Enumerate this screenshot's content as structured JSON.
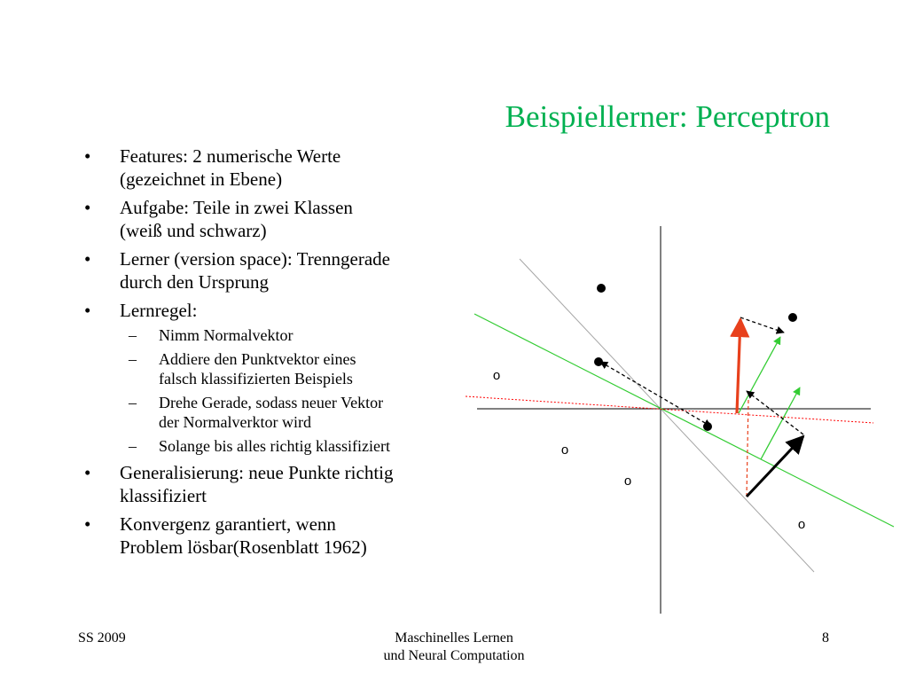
{
  "slide": {
    "title": "Beispiellerner: Perceptron",
    "bullets": [
      {
        "lines": [
          "Features: 2 numerische Werte",
          "(gezeichnet in Ebene)"
        ]
      },
      {
        "lines": [
          "Aufgabe: Teile in zwei Klassen",
          "(weiß und schwarz)"
        ]
      },
      {
        "lines": [
          "Lerner (version space): Trenngerade",
          "durch den Ursprung"
        ]
      },
      {
        "lines": [
          "Lernregel:"
        ]
      },
      {
        "lines": [
          "Generalisierung: neue Punkte richtig",
          "klassifiziert"
        ]
      },
      {
        "lines": [
          "Konvergenz garantiert, wenn",
          "Problem lösbar(Rosenblatt 1962)"
        ]
      }
    ],
    "subbullets": [
      {
        "lines": [
          "Nimm Normalvektor"
        ]
      },
      {
        "lines": [
          "Addiere den Punktvektor eines",
          "falsch klassifizierten Beispiels"
        ]
      },
      {
        "lines": [
          "Drehe Gerade, sodass neuer Vektor",
          "der Normalverktor wird"
        ]
      },
      {
        "lines": [
          "Solange bis alles richtig klassifiziert"
        ]
      }
    ],
    "bullet_symbol": "•",
    "subbullet_symbol": "–"
  },
  "diagram": {
    "white_point_symbol": "o",
    "colors": {
      "axes": "#000000",
      "old_line": "#a6a6a6",
      "new_line": "#33cc33",
      "red": "#e8401c",
      "dotted_red": "#ff0000",
      "green_arrow": "#33cc33",
      "black": "#000000"
    }
  },
  "footer": {
    "left": "SS 2009",
    "center_line1": "Maschinelles Lernen",
    "center_line2": "und Neural Computation",
    "page_number": "8"
  }
}
